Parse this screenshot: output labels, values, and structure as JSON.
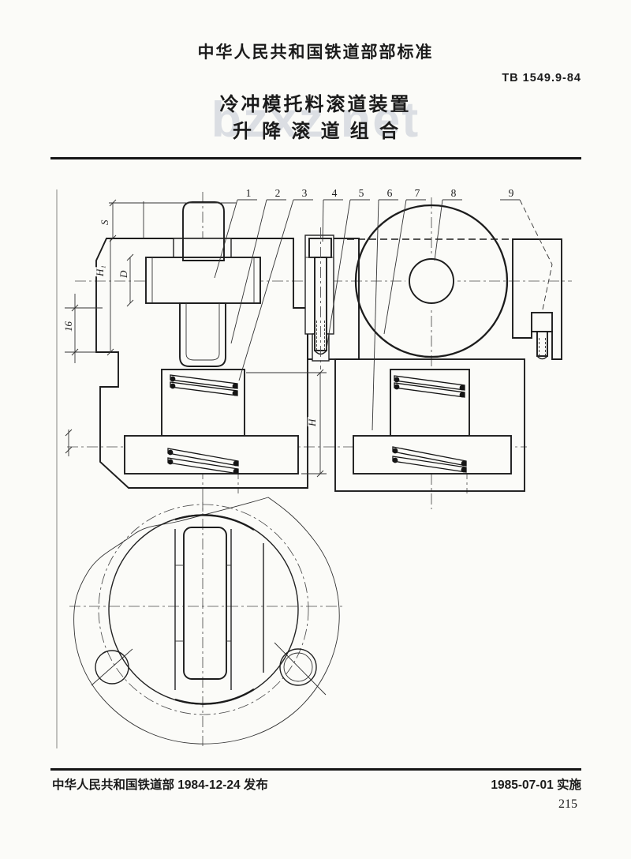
{
  "page": {
    "background": "#fbfbf8",
    "ink": "#1b1b1b"
  },
  "header": {
    "org_line": "中华人民共和国铁道部部标准",
    "standard_no": "TB 1549.9-84",
    "title": "冷冲模托料滚道装置",
    "subtitle": "升降滚道组合",
    "watermark": "bzxz.net",
    "watermark_color": "#c7ccd6"
  },
  "drawing": {
    "type": "technical-section-drawing",
    "callouts": [
      "1",
      "2",
      "3",
      "4",
      "5",
      "6",
      "7",
      "8",
      "9"
    ],
    "dimensions": {
      "s": "S",
      "h1": "H₁",
      "d": "D",
      "step": "16",
      "h": "H"
    }
  },
  "footer": {
    "issued": "中华人民共和国铁道部 1984-12-24 发布",
    "implemented": "1985-07-01 实施",
    "page_number": "215"
  }
}
